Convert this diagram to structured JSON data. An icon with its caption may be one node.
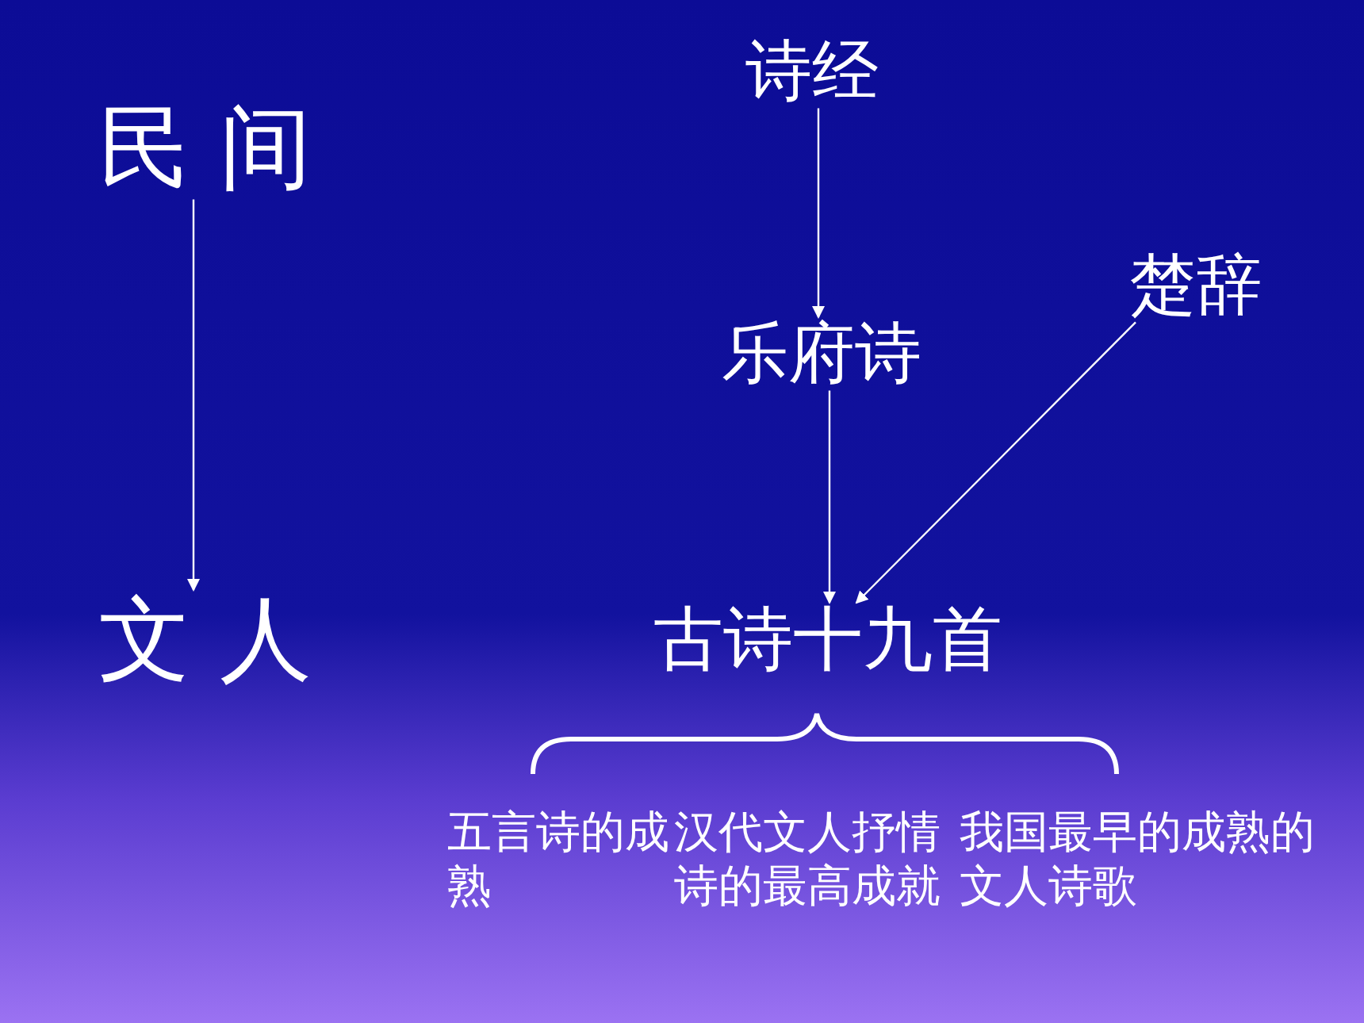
{
  "diagram": {
    "nodes": [
      {
        "text": [
          "民 间"
        ]
      },
      {
        "text": [
          "文 人"
        ]
      },
      {
        "text": [
          "诗经"
        ]
      },
      {
        "text": [
          "乐府诗"
        ]
      },
      {
        "text": [
          "楚辞"
        ]
      },
      {
        "text": [
          "古诗十九首"
        ]
      }
    ],
    "edges": [
      {
        "from": 0,
        "to": 1,
        "arrow": "to"
      },
      {
        "from": 2,
        "to": 3,
        "arrow": "to"
      },
      {
        "from": 3,
        "to": 5,
        "arrow": "to"
      },
      {
        "from": 4,
        "to": 5,
        "arrow": "to"
      }
    ],
    "labels": [
      "五言诗的成熟",
      "汉代文人抒情诗的最高成就",
      "我国最早的成熟的文人诗歌"
    ]
  }
}
